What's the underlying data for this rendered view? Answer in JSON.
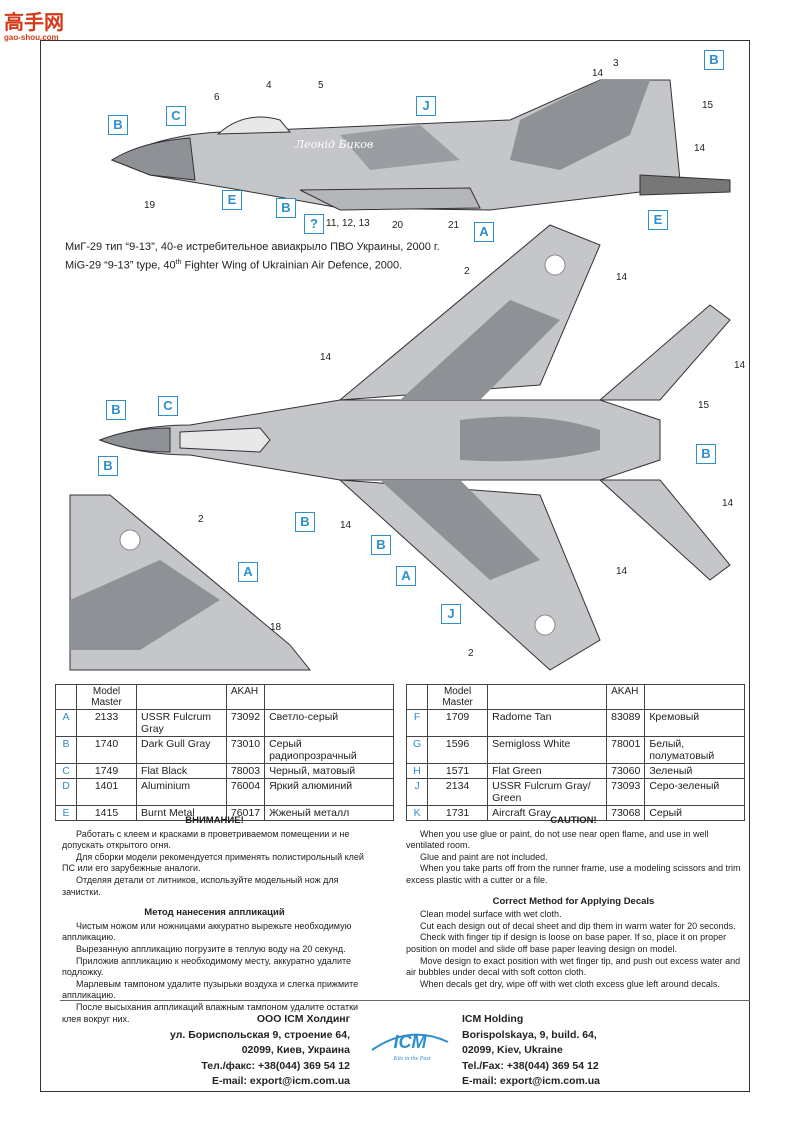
{
  "watermark": {
    "main": "高手网",
    "sub": "gao-shou.com"
  },
  "callouts": {
    "top_view": [
      {
        "letter": "B",
        "name": "callout-b-nose"
      },
      {
        "letter": "C",
        "name": "callout-c-canopy"
      },
      {
        "letter": "E",
        "name": "callout-e-intake"
      },
      {
        "letter": "B",
        "name": "callout-b-intake"
      },
      {
        "letter": "?",
        "name": "callout-unknown"
      },
      {
        "letter": "J",
        "name": "callout-j-spine"
      },
      {
        "letter": "A",
        "name": "callout-a-belly"
      },
      {
        "letter": "B",
        "name": "callout-b-fin"
      },
      {
        "letter": "E",
        "name": "callout-e-nozzle"
      }
    ],
    "plan_view": [
      {
        "letter": "B",
        "name": "callout-b-radome"
      },
      {
        "letter": "C",
        "name": "callout-c-cockpit"
      },
      {
        "letter": "B",
        "name": "callout-b-lerx"
      },
      {
        "letter": "B",
        "name": "callout-b-wing"
      },
      {
        "letter": "A",
        "name": "callout-a-wing"
      },
      {
        "letter": "B",
        "name": "callout-b-tail"
      },
      {
        "letter": "J",
        "name": "callout-j-wingtip"
      }
    ],
    "fin_view": [
      {
        "letter": "B",
        "name": "callout-b-fin-detail"
      },
      {
        "letter": "A",
        "name": "callout-a-fin-detail"
      }
    ]
  },
  "numbers": {
    "n14a": "14",
    "n3": "3",
    "n15a": "15",
    "n14b": "14",
    "n6": "6",
    "n4": "4",
    "n5": "5",
    "n19": "19",
    "n11": "11, 12, 13",
    "n20": "20",
    "n21": "21",
    "n2a": "2",
    "n14c": "14",
    "n14d": "14",
    "n14e": "14",
    "n15b": "15",
    "n14f": "14",
    "n14g": "14",
    "n14h": "14",
    "n2b": "2",
    "n2c": "2",
    "n18": "18"
  },
  "nose_art": "Леонід Биков",
  "caption": {
    "ru": "МиГ-29 тип “9-13”, 40-е истребительное авиакрыло ПВО Украины, 2000 г.",
    "en_prefix": "MiG-29 “9-13” type, 40",
    "en_sup": "th",
    "en_suffix": " Fighter Wing of Ukrainian Air Defence, 2000."
  },
  "table": {
    "headers": {
      "model_master": "Model Master",
      "akah": "AKAH"
    },
    "left": [
      {
        "letter": "A",
        "mm": "2133",
        "name": "USSR Fulcrum Gray",
        "akah": "73092",
        "ru": "Светло-серый"
      },
      {
        "letter": "B",
        "mm": "1740",
        "name": "Dark Gull Gray",
        "akah": "73010",
        "ru": "Серый радиопрозрачный"
      },
      {
        "letter": "C",
        "mm": "1749",
        "name": "Flat Black",
        "akah": "78003",
        "ru": "Черный, матовый"
      },
      {
        "letter": "D",
        "mm": "1401",
        "name": "Aluminium",
        "akah": "76004",
        "ru": "Яркий алюминий"
      },
      {
        "letter": "E",
        "mm": "1415",
        "name": "Burnt Metal",
        "akah": "76017",
        "ru": "Жженый металл"
      }
    ],
    "right": [
      {
        "letter": "F",
        "mm": "1709",
        "name": "Radome Tan",
        "akah": "83089",
        "ru": "Кремовый"
      },
      {
        "letter": "G",
        "mm": "1596",
        "name": "Semigloss White",
        "akah": "78001",
        "ru": "Белый, полуматовый"
      },
      {
        "letter": "H",
        "mm": "1571",
        "name": "Flat Green",
        "akah": "73060",
        "ru": "Зеленый"
      },
      {
        "letter": "J",
        "mm": "2134",
        "name": "USSR Fulcrum Gray/ Green",
        "akah": "73093",
        "ru": "Серо-зеленый"
      },
      {
        "letter": "K",
        "mm": "1731",
        "name": "Aircraft  Gray",
        "akah": "73068",
        "ru": "Серый"
      }
    ]
  },
  "notes_ru": {
    "warning_title": "ВНИМАНИЕ!",
    "warning": [
      "Работать с клеем и красками в проветриваемом помещении и не допускать открытого огня.",
      "Для сборки модели рекомендуется применять полистирольный клей ПС или его зарубежные аналоги.",
      "Отделяя детали от литников, используйте модельный нож для зачистки."
    ],
    "decal_title": "Метод нанесения аппликаций",
    "decal": [
      "Чистым ножом или ножницами аккуратно вырежьте необходимую аппликацию.",
      "Вырезанную аппликацию погрузите в теплую воду на 20 секунд.",
      "Приложив аппликацию к необходимому месту, аккуратно удалите подложку.",
      "Марлевым тампоном удалите пузырьки воздуха и слегка прижмите аппликацию.",
      "После высыхания аппликаций влажным тампоном удалите остатки клея вокруг них."
    ]
  },
  "notes_en": {
    "warning_title": "CAUTION!",
    "warning": [
      "When you use glue or paint, do not use near open flame, and use in well ventilated room.",
      "Glue and paint are not included.",
      "When you take parts off from the runner frame, use a modeling scissors and trim excess plastic with a cutter or a file."
    ],
    "decal_title": "Correct Method for Applying Decals",
    "decal": [
      "Clean model surface with wet cloth.",
      "Cut each design out of decal sheet and dip them in warm water for 20 seconds.",
      "Check with finger tip if design is loose on base paper. If so, place it on proper position on model and slide off base paper leaving design on model.",
      "Move design to exact position with wet finger tip, and push out excess water and air bubbles under decal with soft cotton cloth.",
      "When decals get dry, wipe off with wet cloth excess glue left around decals."
    ]
  },
  "address_ru": [
    "ООО ICM Холдинг",
    "ул. Бориспольская 9, строение 64,",
    "02099, Киев, Украина",
    "Тел./факс: +38(044) 369 54 12",
    "E-mail: export@icm.com.ua"
  ],
  "address_en": [
    "ICM Holding",
    "Borispolskaya, 9, build. 64,",
    "02099, Kiev, Ukraine",
    "Tel./Fax: +38(044) 369 54 12",
    "E-mail: export@icm.com.ua"
  ],
  "logo": {
    "text": "ICM",
    "tagline": "Kits in the Past"
  },
  "colors": {
    "accent": "#2f8fc9",
    "light_gray": "#c4c6c9",
    "dark_gray": "#8e9196"
  }
}
